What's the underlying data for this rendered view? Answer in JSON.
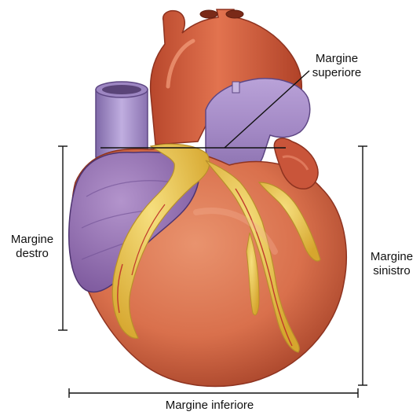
{
  "labels": {
    "superior_line1": "Margine",
    "superior_line2": "superiore",
    "right_line1": "Margine",
    "right_line2": "destro",
    "left_line1": "Margine",
    "left_line2": "sinistro",
    "inferior": "Margine inferiore"
  },
  "colors": {
    "ventricle": "#d9704c",
    "ventricle_shadow": "#a8442a",
    "aorta": "#d25a3a",
    "pulmonary_vessel": "#a98cc8",
    "right_atrium": "#9a72b6",
    "fat": "#e8c24a",
    "left_auricle": "#c9553a",
    "line": "#111111"
  }
}
